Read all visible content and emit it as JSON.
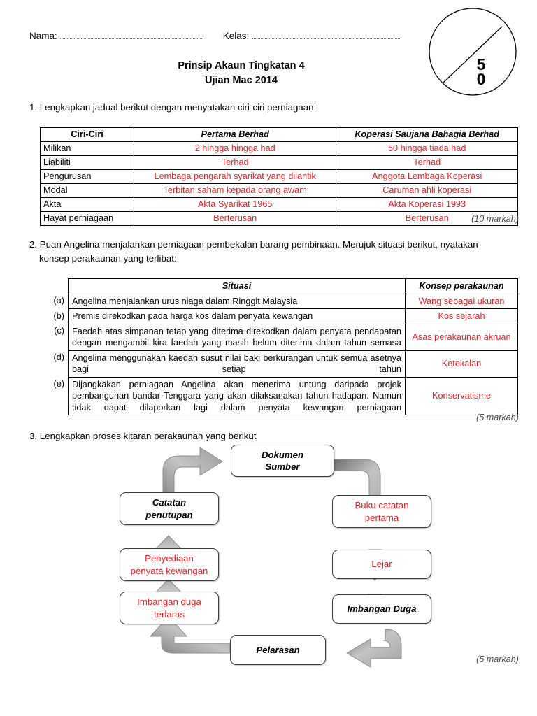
{
  "header": {
    "nama_label": "Nama:",
    "kelas_label": "Kelas:",
    "title_line1": "Prinsip Akaun Tingkatan 4",
    "title_line2": "Ujian Mac 2014",
    "marks_circle": {
      "top_digit": "5",
      "bottom_digit": "0"
    }
  },
  "colors": {
    "answer_red": "#ED2024",
    "rule_black": "#000000",
    "arrow_gray": "#9a9a9a"
  },
  "q1": {
    "prompt": "1. Lengkapkan jadual berikut dengan menyatakan ciri-ciri perniagaan:",
    "marks": "(10 markah)",
    "table": {
      "headers": [
        "Ciri-Ciri",
        "Pertama Berhad",
        "Koperasi Saujana Bahagia Berhad"
      ],
      "rows": [
        {
          "ciri": "Milikan",
          "pertama": "2  hingga hingga had",
          "koperasi": "50 hingga tiada had"
        },
        {
          "ciri": "Liabiliti",
          "pertama": "Terhad",
          "koperasi": "Terhad"
        },
        {
          "ciri": "Pengurusan",
          "pertama": "Lembaga pengarah syarikat yang dilantik",
          "koperasi": "Anggota Lembaga Koperasi"
        },
        {
          "ciri": "Modal",
          "pertama": "Terbitan saham kepada orang awam",
          "koperasi": "Caruman ahli koperasi"
        },
        {
          "ciri": "Akta",
          "pertama": "Akta Syarikat 1965",
          "koperasi": "Akta Koperasi 1993"
        },
        {
          "ciri": "Hayat perniagaan",
          "pertama": "Berterusan",
          "koperasi": "Berterusan"
        }
      ]
    }
  },
  "q2": {
    "prompt_line1": "2. Puan Angelina menjalankan perniagaan pembekalan barang pembinaan. Merujuk situasi berikut, nyatakan",
    "prompt_line2": "konsep perakaunan yang terlibat:",
    "marks": "(5 markah)",
    "table": {
      "headers": [
        "Situasi",
        "Konsep perakaunan"
      ],
      "rows": [
        {
          "label": "(a)",
          "situasi": "Angelina menjalankan urus niaga dalam Ringgit Malaysia",
          "konsep": "Wang sebagai ukuran"
        },
        {
          "label": "(b)",
          "situasi": "Premis direkodkan pada harga kos dalam penyata kewangan",
          "konsep": "Kos sejarah"
        },
        {
          "label": "(c)",
          "situasi": "Faedah atas simpanan tetap yang diterima direkodkan dalam penyata pendapatan dengan mengambil kira faedah yang masih belum diterima dalam tahun semasa",
          "konsep": "Asas perakaunan akruan"
        },
        {
          "label": "(d)",
          "situasi": "Angelina menggunakan kaedah susut nilai baki berkurangan untuk semua asetnya bagi setiap tahun",
          "konsep": "Ketekalan"
        },
        {
          "label": "(e)",
          "situasi": "Dijangkakan perniagaan Angelina akan menerima untung daripada projek pembangunan bandar Tenggara yang akan dilaksanakan tahun hadapan. Namun tidak dapat dilaporkan lagi dalam penyata kewangan perniagaan",
          "konsep": "Konservatisme"
        }
      ]
    }
  },
  "q3": {
    "prompt": "3. Lengkapkan proses kitaran perakaunan yang berikut",
    "marks": "(5 markah)",
    "diagram": {
      "nodes": [
        {
          "id": "dokumen-sumber",
          "label": "Dokumen\nSumber",
          "style": "bold"
        },
        {
          "id": "buku-catatan-pertama",
          "label": "Buku catatan\npertama",
          "style": "red"
        },
        {
          "id": "lejar",
          "label": "Lejar",
          "style": "red"
        },
        {
          "id": "imbangan-duga",
          "label": "Imbangan Duga",
          "style": "bold"
        },
        {
          "id": "pelarasan",
          "label": "Pelarasan",
          "style": "bold"
        },
        {
          "id": "imbangan-duga-terlaras",
          "label": "Imbangan duga\nterlaras",
          "style": "red"
        },
        {
          "id": "penyediaan-penyata-kewangan",
          "label": "Penyediaan\npenyata kewangan",
          "style": "red"
        },
        {
          "id": "catatan-penutupan",
          "label": "Catatan\npenutupan",
          "style": "bold"
        }
      ],
      "node_labels": {
        "dokumen_sumber_l1": "Dokumen",
        "dokumen_sumber_l2": "Sumber",
        "buku_l1": "Buku catatan",
        "buku_l2": "pertama",
        "lejar": "Lejar",
        "imbangan_duga": "Imbangan Duga",
        "pelarasan": "Pelarasan",
        "imbangan_terlaras_l1": "Imbangan duga",
        "imbangan_terlaras_l2": "terlaras",
        "penyediaan_l1": "Penyediaan",
        "penyediaan_l2": "penyata kewangan",
        "catatan_l1": "Catatan",
        "catatan_l2": "penutupan"
      }
    }
  }
}
